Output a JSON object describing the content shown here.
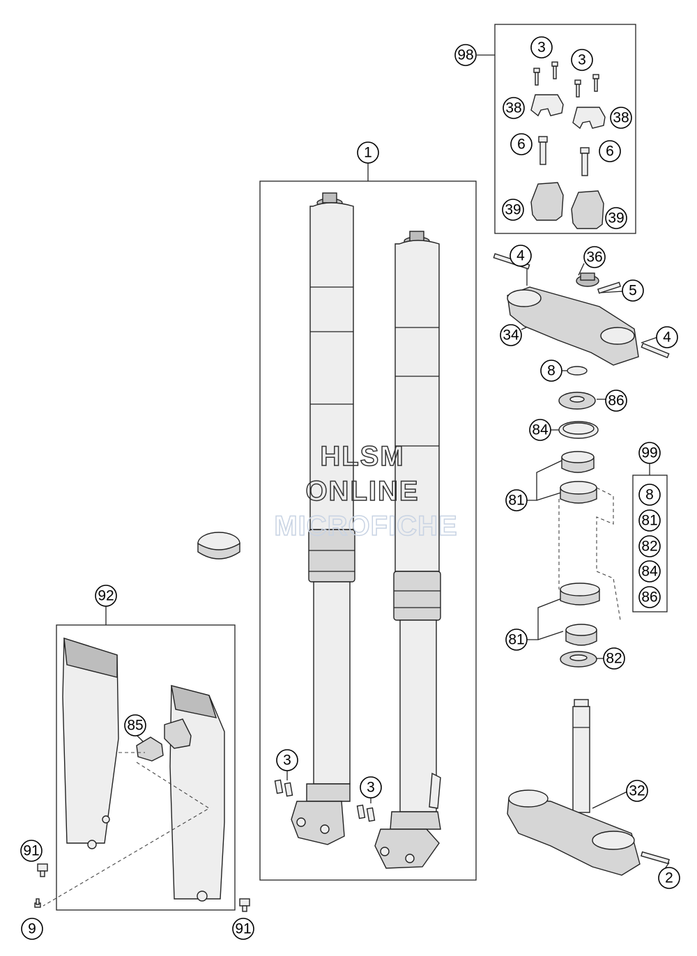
{
  "watermark": {
    "line1": "HLSM",
    "line2": "ONLINE",
    "line3": "MICROFICHE"
  },
  "callouts": {
    "c98": "98",
    "c3a": "3",
    "c3b": "3",
    "c38a": "38",
    "c38b": "38",
    "c6a": "6",
    "c6b": "6",
    "c39a": "39",
    "c39b": "39",
    "c1": "1",
    "c4a": "4",
    "c36": "36",
    "c5": "5",
    "c34": "34",
    "c4b": "4",
    "c8": "8",
    "c86": "86",
    "c84": "84",
    "c99": "99",
    "k8": "8",
    "k81": "81",
    "k82": "82",
    "k84": "84",
    "k86": "86",
    "c81a": "81",
    "c81b": "81",
    "c82": "82",
    "c92": "92",
    "c85": "85",
    "c3c": "3",
    "c3d": "3",
    "c91a": "91",
    "c91b": "91",
    "c9": "9",
    "c32": "32",
    "c2": "2"
  }
}
